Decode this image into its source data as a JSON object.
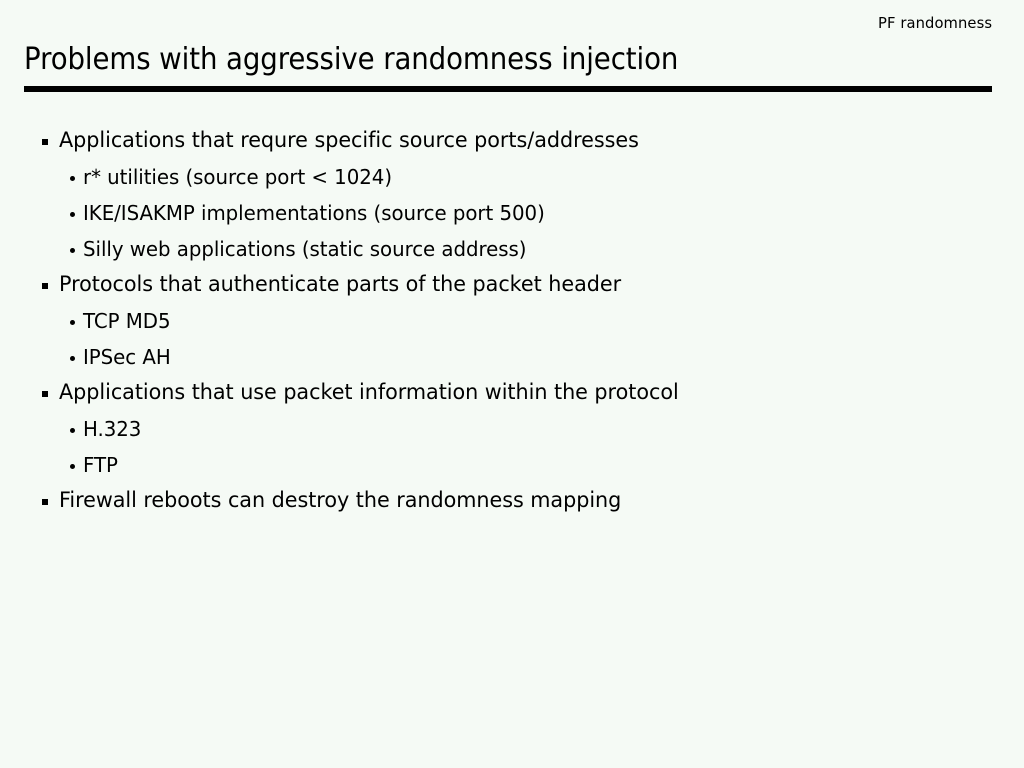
{
  "slide": {
    "header_label": "PF randomness",
    "title": "Problems with aggressive randomness injection",
    "background_color": "#f5faf5",
    "text_color": "#000000",
    "rule_color": "#000000",
    "bullets": [
      {
        "level": 1,
        "marker": "square-bullet",
        "text": "Applications that requre specific source ports/addresses"
      },
      {
        "level": 2,
        "marker": "round-bullet",
        "text": "r* utilities (source port < 1024)"
      },
      {
        "level": 2,
        "marker": "round-bullet",
        "text": "IKE/ISAKMP implementations (source port 500)"
      },
      {
        "level": 2,
        "marker": "round-bullet",
        "text": "Silly web applications (static source address)"
      },
      {
        "level": 1,
        "marker": "square-bullet",
        "text": "Protocols that authenticate parts of the packet header"
      },
      {
        "level": 2,
        "marker": "round-bullet",
        "text": "TCP MD5"
      },
      {
        "level": 2,
        "marker": "round-bullet",
        "text": "IPSec AH"
      },
      {
        "level": 1,
        "marker": "square-bullet",
        "text": "Applications that use packet information within the protocol"
      },
      {
        "level": 2,
        "marker": "round-bullet",
        "text": "H.323"
      },
      {
        "level": 2,
        "marker": "round-bullet",
        "text": "FTP"
      },
      {
        "level": 1,
        "marker": "square-bullet",
        "text": "Firewall reboots can destroy the randomness mapping"
      }
    ]
  }
}
